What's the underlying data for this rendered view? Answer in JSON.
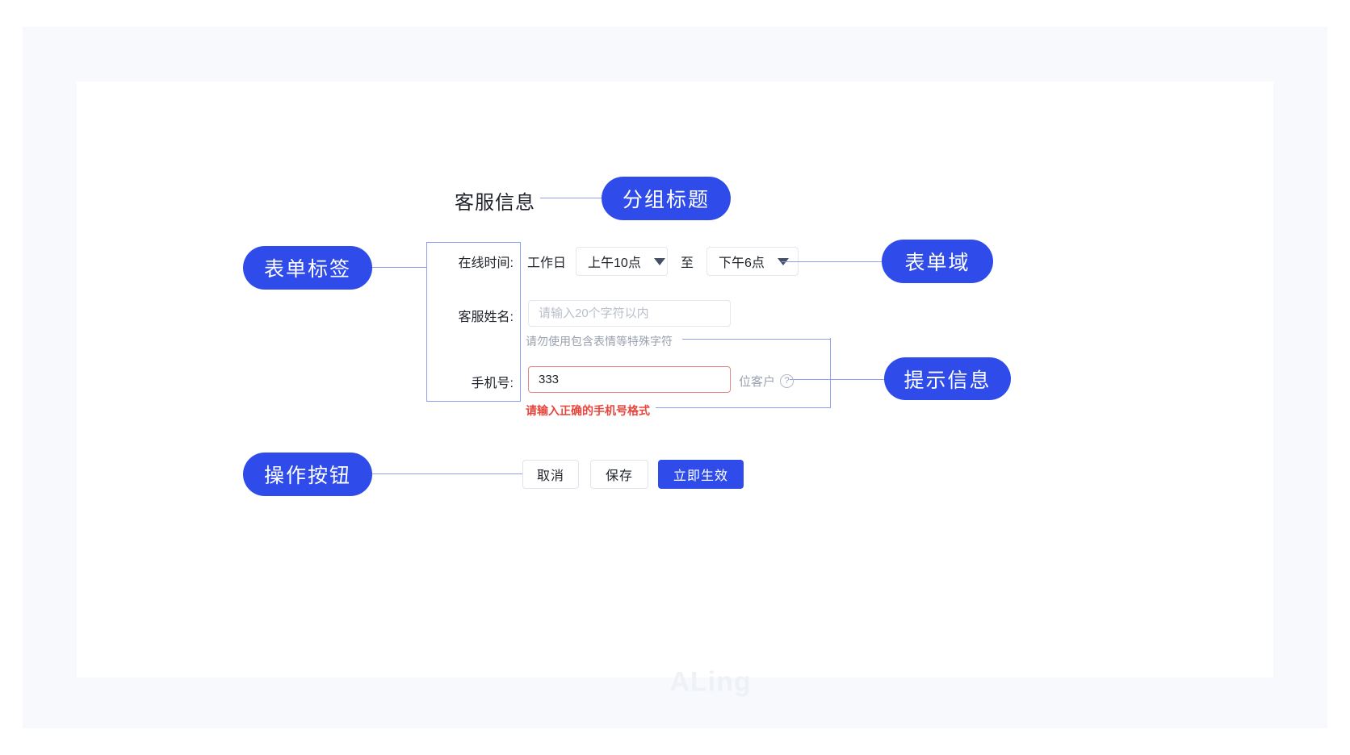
{
  "annotations": {
    "group_title_pill": "分组标题",
    "form_label_pill": "表单标签",
    "form_field_pill": "表单域",
    "hint_pill": "提示信息",
    "action_pill": "操作按钮"
  },
  "form": {
    "group_title": "客服信息",
    "rows": {
      "online_time": {
        "label": "在线时间:",
        "weekday_text": "工作日",
        "start_time": "上午10点",
        "between_text": "至",
        "end_time": "下午6点",
        "caret_icon": "chevron-down-icon"
      },
      "agent_name": {
        "label": "客服姓名:",
        "value": "",
        "placeholder": "请输入20个字符以内",
        "helper": "请勿使用包含表情等特殊字符"
      },
      "phone": {
        "label": "手机号:",
        "value": "333",
        "placeholder": "",
        "suffix": "位客户",
        "help_icon": "question-circle-icon",
        "error": "请输入正确的手机号格式"
      }
    },
    "buttons": {
      "cancel": "取消",
      "save": "保存",
      "apply": "立即生效"
    }
  },
  "watermark": "ALing",
  "colors": {
    "accent": "#2f4ceb",
    "connector": "#8e9ff0",
    "error": "#e8453c",
    "error_border": "#e08984",
    "canvas": "#f7f9fc",
    "card": "#ffffff",
    "text": "#1f2329",
    "muted": "#9aa1ae"
  }
}
